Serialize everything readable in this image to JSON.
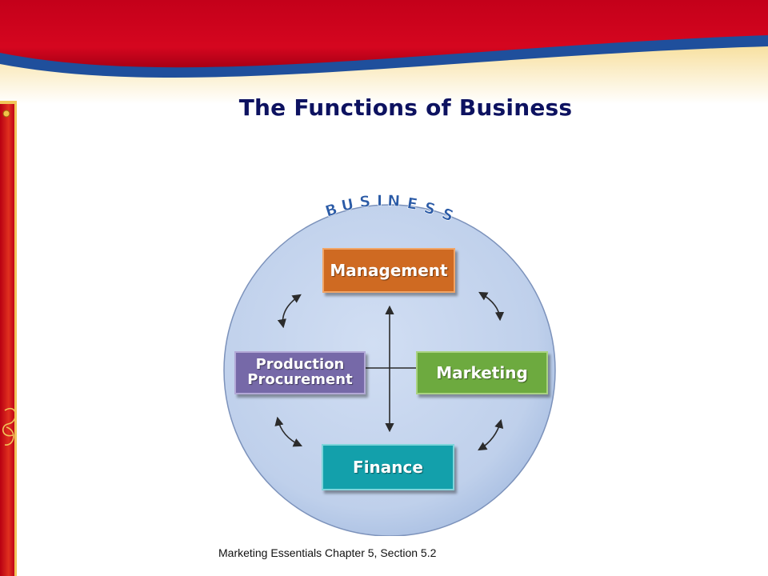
{
  "title": "The Functions of Business",
  "diagram": {
    "ring_label": "BUSINESS",
    "functions": {
      "management": "Management",
      "production_line1": "Production",
      "production_line2": "Procurement",
      "marketing": "Marketing",
      "finance": "Finance"
    }
  },
  "footer": "Marketing Essentials Chapter 5, Section 5.2",
  "colors": {
    "title": "#0d1260",
    "banner_red": "#cc0018",
    "banner_blue": "#1f4f9c",
    "circle_fill": "#c3d3ec",
    "ring_letters": "#2a5aa6",
    "management": "#cf6a22",
    "production": "#7669a8",
    "marketing": "#6daa3f",
    "finance": "#13a0ab"
  }
}
